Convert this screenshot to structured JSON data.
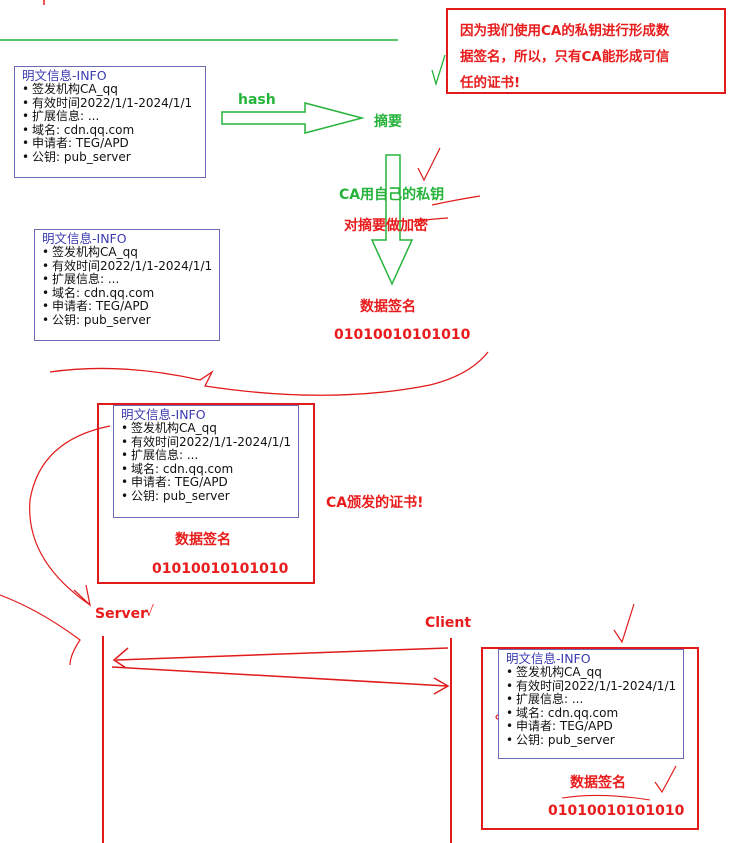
{
  "note": {
    "line1": "因为我们使用CA的私钥进行形成数",
    "line2": "据签名，所以，只有CA能形成可信",
    "line3": "任的证书!"
  },
  "info_card": {
    "title": "明文信息-INFO",
    "items": [
      "签发机构CA_qq",
      "有效时间2022/1/1-2024/1/1",
      "扩展信息: ...",
      "域名: cdn.qq.com",
      "申请者: TEG/APD",
      "公钥: pub_server"
    ]
  },
  "flow": {
    "hash_label": "hash",
    "digest_label": "摘要",
    "ca_private_key": "CA用自己的私钥",
    "encrypt_digest": "对摘要做加密",
    "signature_label": "数据签名",
    "signature_value": "01010010101010"
  },
  "certificate": {
    "issued_label": "CA颁发的证书!",
    "signature_label": "数据签名",
    "signature_value": "01010010101010"
  },
  "exchange": {
    "server_label": "Server",
    "client_label": "Client"
  },
  "colors": {
    "red": "#e81c1c",
    "green": "#25b33a",
    "card_border": "#6b6bb5",
    "card_title": "#3a3ab0"
  }
}
